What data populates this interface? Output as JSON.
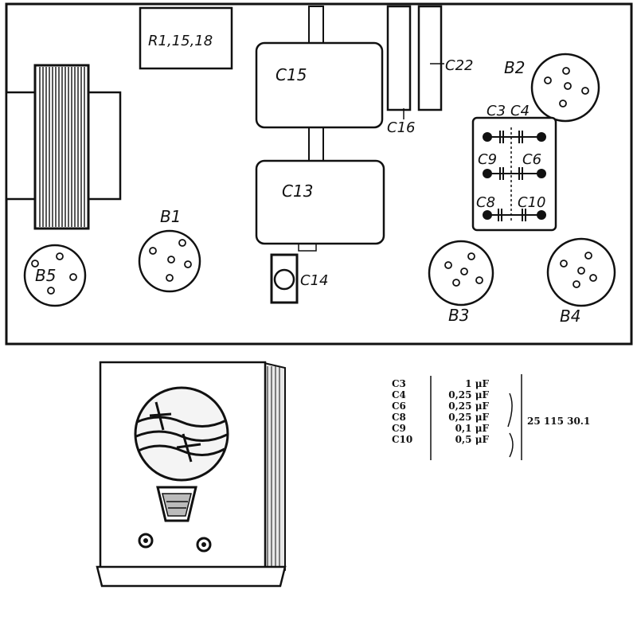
{
  "board": {
    "components": {
      "resistors": "R1,15,18",
      "c15": "C15",
      "c13": "C13",
      "c14": "C14",
      "c16": "C16",
      "c22": "C22",
      "b1": "B1",
      "b2": "B2",
      "b3": "B3",
      "b4": "B4",
      "b5": "B5",
      "c3": "C3",
      "c4": "C4",
      "c9": "C9",
      "c6": "C6",
      "c8": "C8",
      "c10": "C10"
    }
  },
  "capacitor_table": {
    "rows": [
      {
        "name": "C3",
        "value": "1",
        "unit": "μF"
      },
      {
        "name": "C4",
        "value": "0,25",
        "unit": "μF"
      },
      {
        "name": "C6",
        "value": "0,25",
        "unit": "μF"
      },
      {
        "name": "C8",
        "value": "0,25",
        "unit": "μF"
      },
      {
        "name": "C9",
        "value": "0,1",
        "unit": "μF"
      },
      {
        "name": "C10",
        "value": "0,5",
        "unit": "μF"
      }
    ],
    "part_code": "25 115 30.1"
  }
}
